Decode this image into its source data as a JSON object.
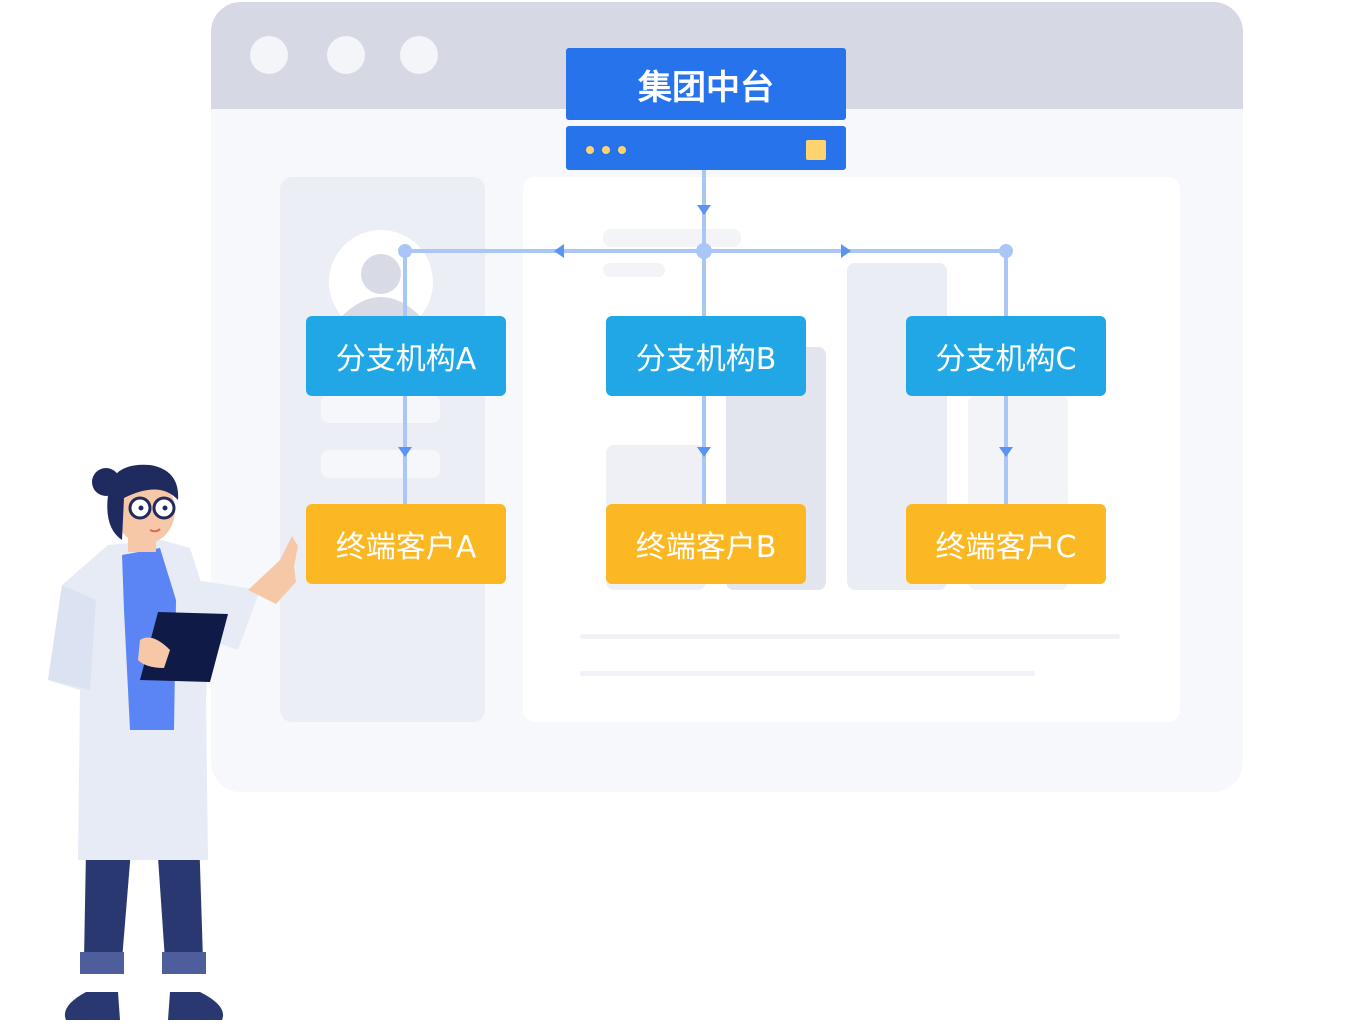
{
  "hq": {
    "label": "集团中台"
  },
  "branches": [
    {
      "label": "分支机构A",
      "client": "终端客户A"
    },
    {
      "label": "分支机构B",
      "client": "终端客户B"
    },
    {
      "label": "分支机构C",
      "client": "终端客户C"
    }
  ],
  "colors": {
    "hq": "#2673ec",
    "branch": "#22a7e6",
    "client": "#fbb823",
    "connector": "#a9c6f6",
    "arrow": "#5b93f0"
  }
}
